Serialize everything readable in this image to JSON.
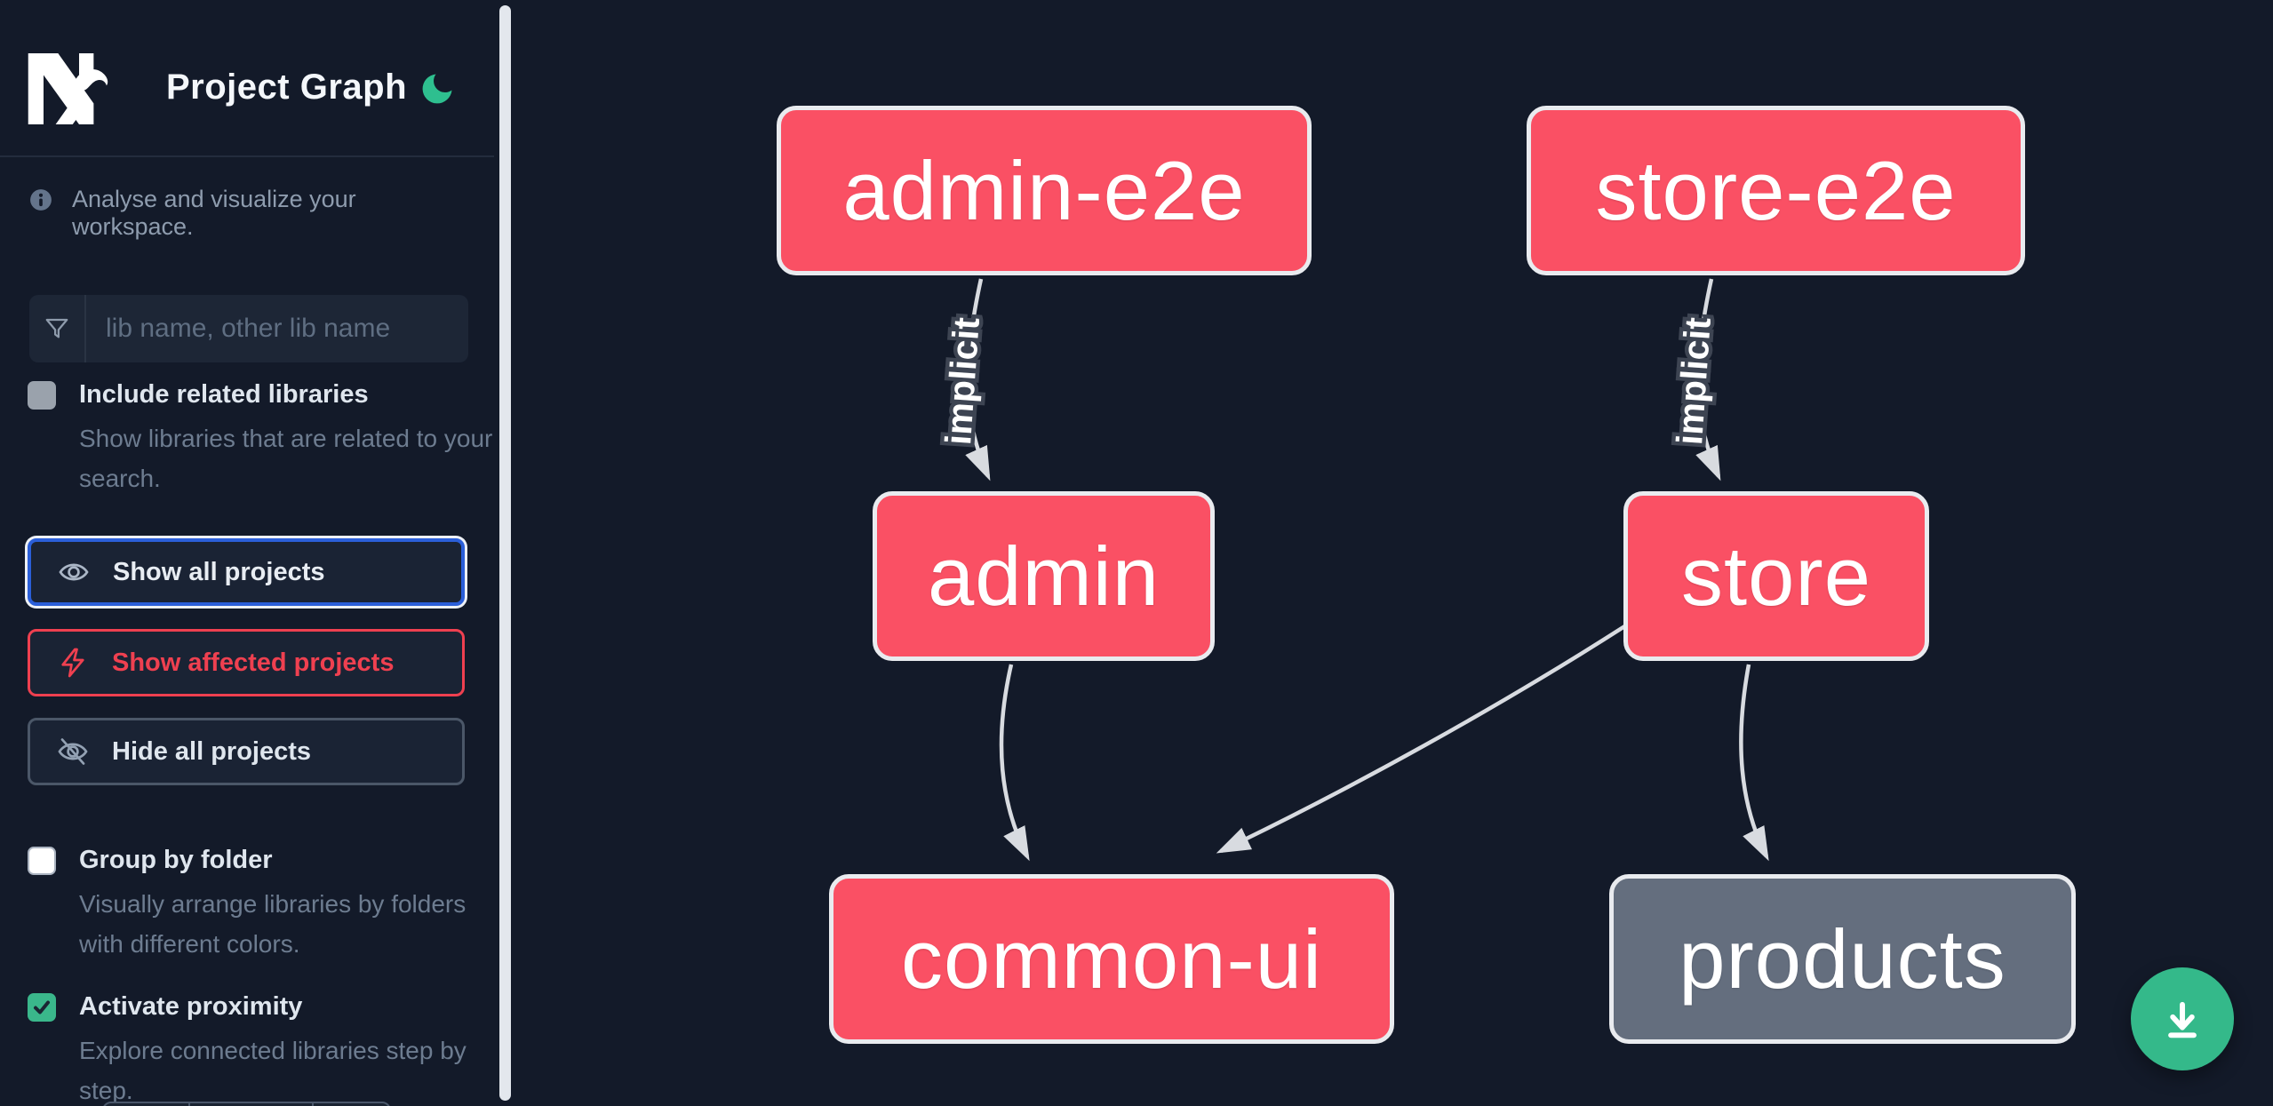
{
  "header": {
    "title": "Project Graph"
  },
  "sidebar": {
    "info": "Analyse and visualize your workspace.",
    "search_placeholder": "lib name, other lib name",
    "include_related": {
      "label": "Include related libraries",
      "description": "Show libraries that are related to your search.",
      "checked": false
    },
    "actions": {
      "show_all": "Show all projects",
      "show_affected": "Show affected projects",
      "hide_all": "Hide all projects"
    },
    "group_by_folder": {
      "label": "Group by folder",
      "description": "Visually arrange libraries by folders with different colors.",
      "checked": false
    },
    "activate_proximity": {
      "label": "Activate proximity",
      "description": "Explore connected libraries step by step.",
      "checked": true
    }
  },
  "graph": {
    "nodes": [
      {
        "label": "admin-e2e",
        "status": "affected"
      },
      {
        "label": "store-e2e",
        "status": "affected"
      },
      {
        "label": "admin",
        "status": "affected"
      },
      {
        "label": "store",
        "status": "affected"
      },
      {
        "label": "common-ui",
        "status": "affected"
      },
      {
        "label": "products",
        "status": "default"
      }
    ],
    "edges": [
      {
        "from": "admin-e2e",
        "to": "admin",
        "label": "implicit"
      },
      {
        "from": "store-e2e",
        "to": "store",
        "label": "implicit"
      },
      {
        "from": "admin",
        "to": "common-ui",
        "label": ""
      },
      {
        "from": "store",
        "to": "common-ui",
        "label": ""
      },
      {
        "from": "store",
        "to": "products",
        "label": ""
      }
    ]
  },
  "icons": {
    "logo": "nx-logo",
    "theme": "moon-icon",
    "info": "info-icon",
    "search": "funnel-icon",
    "show_all": "eye-icon",
    "show_affected": "bolt-icon",
    "hide_all": "eye-off-icon",
    "fab": "download-icon"
  },
  "colors": {
    "background": "#131a29",
    "accent_green": "#34b98a",
    "node_affected": "#fa5064",
    "node_default": "#646e7e",
    "node_border": "#e9ebef",
    "edge": "#d8dbe0",
    "affected_red": "#ef4050",
    "focus_blue": "#2b5fd9"
  }
}
